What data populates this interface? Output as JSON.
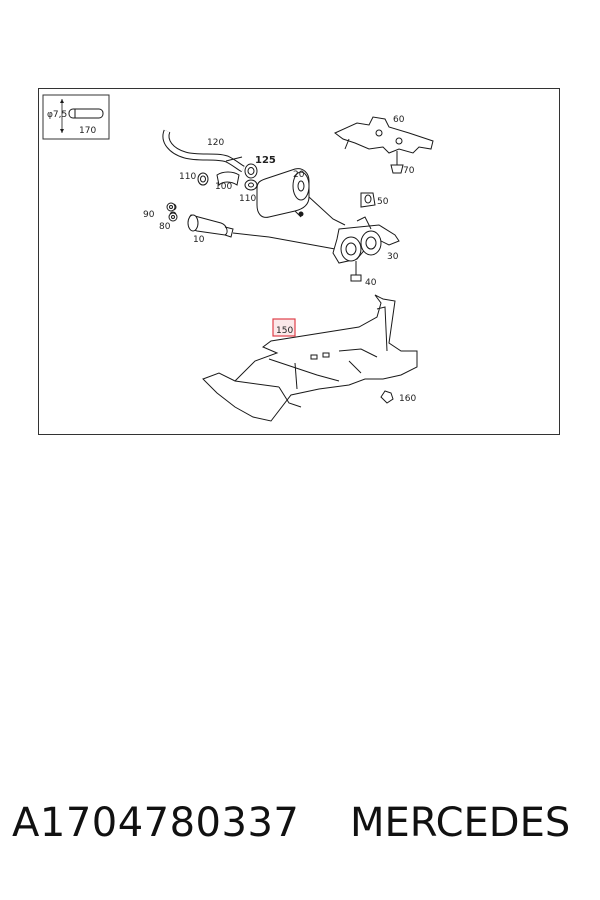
{
  "inset": {
    "diameter": "φ7,5",
    "part": "170"
  },
  "callouts": {
    "c10": "10",
    "c20": "20",
    "c30": "30",
    "c40": "40",
    "c50": "50",
    "c60": "60",
    "c70": "70",
    "c80": "80",
    "c90": "90",
    "c100": "100",
    "c110a": "110",
    "c110b": "110",
    "c120": "120",
    "c125": "125",
    "c150": "150",
    "c160": "160"
  },
  "highlight": {
    "part": "150",
    "color": "#e0404a"
  },
  "footer": {
    "part_number": "A1704780337",
    "brand": "MERCEDES"
  }
}
